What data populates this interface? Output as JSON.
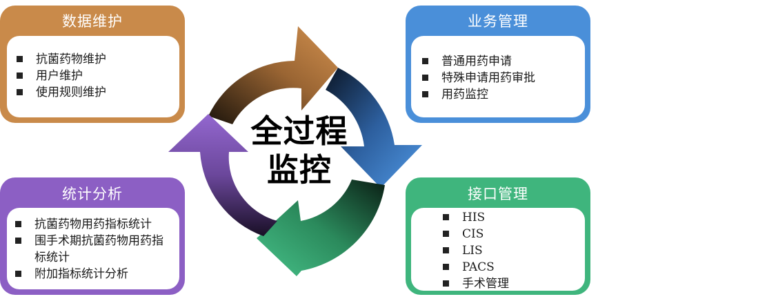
{
  "center": {
    "line1": "全过程",
    "line2": "监控"
  },
  "boxes": {
    "data_maintenance": {
      "title": "数据维护",
      "color": "#C98A4A",
      "items": [
        "抗菌药物维护",
        "用户维护",
        "使用规则维护"
      ]
    },
    "business_management": {
      "title": "业务管理",
      "color": "#4A8FD9",
      "items": [
        "普通用药申请",
        "特殊申请用药审批",
        "用药监控"
      ]
    },
    "statistics_analysis": {
      "title": "统计分析",
      "color": "#8C5FC4",
      "items": [
        "抗菌药物用药指标统计",
        "围手术期抗菌药物用药指标统计",
        "附加指标统计分析"
      ]
    },
    "interface_management": {
      "title": "接口管理",
      "color": "#3FB57D",
      "items": [
        "HIS",
        "CIS",
        "LIS",
        "PACS",
        "手术管理"
      ]
    }
  }
}
